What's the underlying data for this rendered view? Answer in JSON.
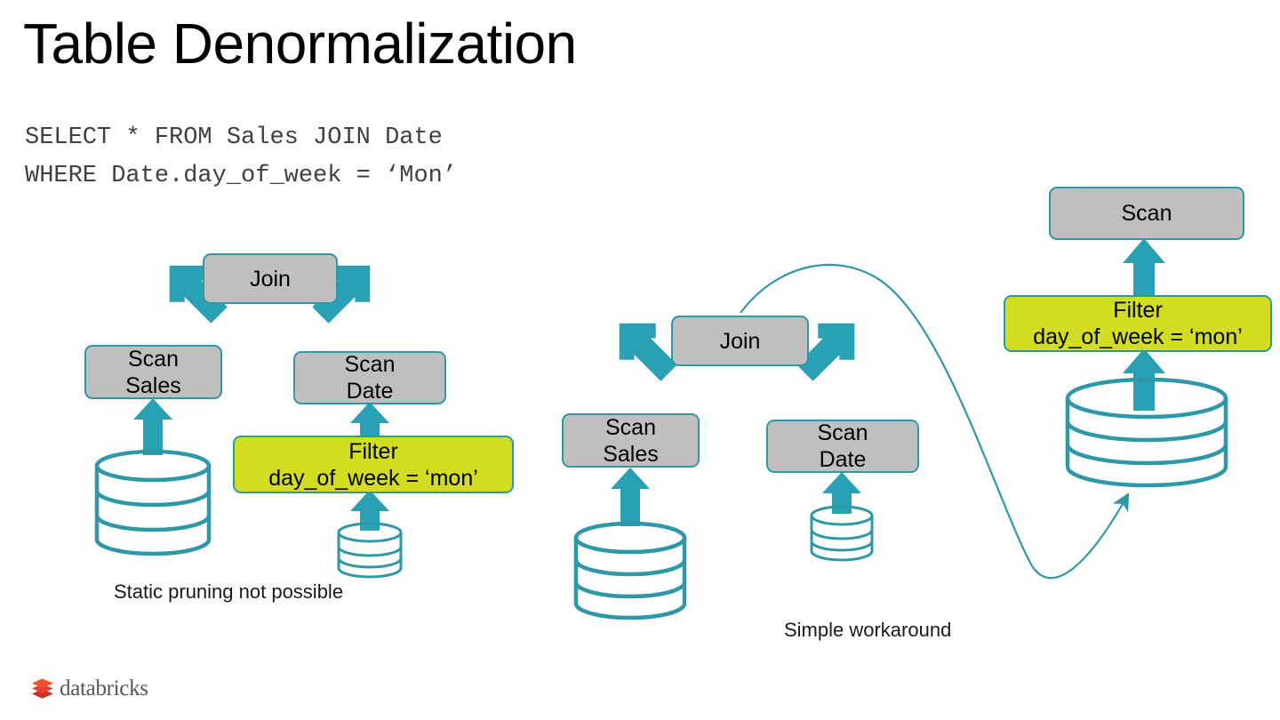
{
  "slide": {
    "title": "Table Denormalization",
    "background_color": "#ffffff"
  },
  "sql": {
    "line1": "SELECT * FROM Sales JOIN Date",
    "line2": "WHERE Date.day_of_week = ‘Mon’",
    "full": "SELECT * FROM Sales JOIN Date\nWHERE Date.day_of_week = ‘Mon’"
  },
  "colors": {
    "node_gray": "#bfbfbf",
    "node_green": "#d2dd22",
    "teal": "#2e97a8",
    "arrow_teal": "#2aa0b4",
    "logo_red": "#e8422f",
    "logo_text": "#53565a",
    "code_gray": "#404040"
  },
  "diagrams": [
    {
      "id": "left-plan",
      "caption": "Static pruning not possible",
      "nodes": [
        {
          "id": "left-join",
          "label": "Join",
          "label2": "",
          "style": "gray"
        },
        {
          "id": "left-scan-sales",
          "label": "Scan",
          "label2": "Sales",
          "style": "gray"
        },
        {
          "id": "left-scan-date",
          "label": "Scan",
          "label2": "Date",
          "style": "gray"
        },
        {
          "id": "left-filter",
          "label": "Filter",
          "label2": "day_of_week = ‘mon’",
          "style": "green"
        }
      ],
      "tables": [
        {
          "id": "left-sales-table",
          "size": "large"
        },
        {
          "id": "left-date-table",
          "size": "small"
        }
      ]
    },
    {
      "id": "middle-plan",
      "caption": "Simple workaround",
      "nodes": [
        {
          "id": "mid-join",
          "label": "Join",
          "label2": "",
          "style": "gray"
        },
        {
          "id": "mid-scan-sales",
          "label": "Scan",
          "label2": "Sales",
          "style": "gray"
        },
        {
          "id": "mid-scan-date",
          "label": "Scan",
          "label2": "Date",
          "style": "gray"
        }
      ],
      "tables": [
        {
          "id": "mid-sales-table",
          "size": "large"
        },
        {
          "id": "mid-date-table",
          "size": "small"
        }
      ]
    },
    {
      "id": "right-plan",
      "caption": "",
      "nodes": [
        {
          "id": "right-scan",
          "label": "Scan",
          "label2": "",
          "style": "gray"
        },
        {
          "id": "right-filter",
          "label": "Filter",
          "label2": "day_of_week = ‘mon’",
          "style": "green"
        }
      ],
      "tables": [
        {
          "id": "right-denorm-table",
          "size": "large"
        }
      ]
    }
  ],
  "logo": {
    "text": "databricks",
    "mark": "databricks-logo-icon"
  }
}
